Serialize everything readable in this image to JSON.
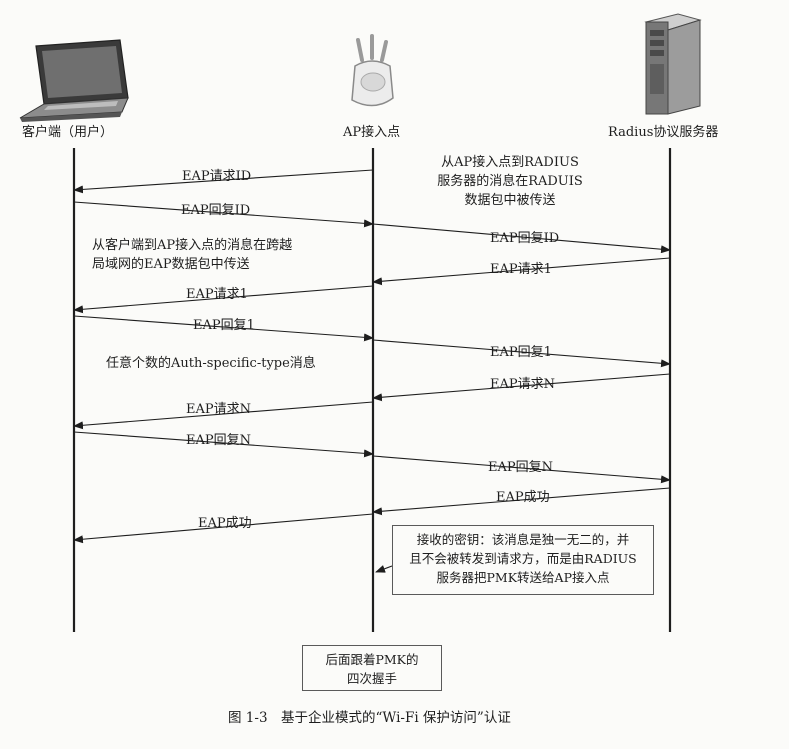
{
  "actors": {
    "client": "客户端（用户）",
    "ap": "AP接入点",
    "server": "Radius协议服务器"
  },
  "notes": {
    "radius": [
      "从AP接入点到RADIUS",
      "服务器的消息在RADUIS",
      "数据包中被传送"
    ],
    "lan": [
      "从客户端到AP接入点的消息在跨越",
      "局域网的EAP数据包中传送"
    ],
    "auth": "任意个数的Auth-specific-type消息"
  },
  "messages": [
    {
      "label": "EAP请求ID",
      "from": "ap",
      "to": "client"
    },
    {
      "label": "EAP回复ID",
      "from": "client",
      "to": "ap"
    },
    {
      "label": "EAP回复ID",
      "from": "ap",
      "to": "server"
    },
    {
      "label": "EAP请求1",
      "from": "server",
      "to": "ap"
    },
    {
      "label": "EAP请求1",
      "from": "ap",
      "to": "client"
    },
    {
      "label": "EAP回复1",
      "from": "client",
      "to": "ap"
    },
    {
      "label": "EAP回复1",
      "from": "ap",
      "to": "server"
    },
    {
      "label": "EAP请求N",
      "from": "server",
      "to": "ap"
    },
    {
      "label": "EAP请求N",
      "from": "ap",
      "to": "client"
    },
    {
      "label": "EAP回复N",
      "from": "client",
      "to": "ap"
    },
    {
      "label": "EAP回复N",
      "from": "ap",
      "to": "server"
    },
    {
      "label": "EAP成功",
      "from": "server",
      "to": "ap"
    },
    {
      "label": "EAP成功",
      "from": "ap",
      "to": "client"
    }
  ],
  "key_box": [
    "接收的密钥：该消息是独一无二的，并",
    "且不会被转发到请求方，而是由RADIUS",
    "服务器把PMK转送给AP接入点"
  ],
  "handshake_box": [
    "后面跟着PMK的",
    "四次握手"
  ],
  "caption": "图 1-3　基于企业模式的“Wi-Fi 保护访问”认证"
}
